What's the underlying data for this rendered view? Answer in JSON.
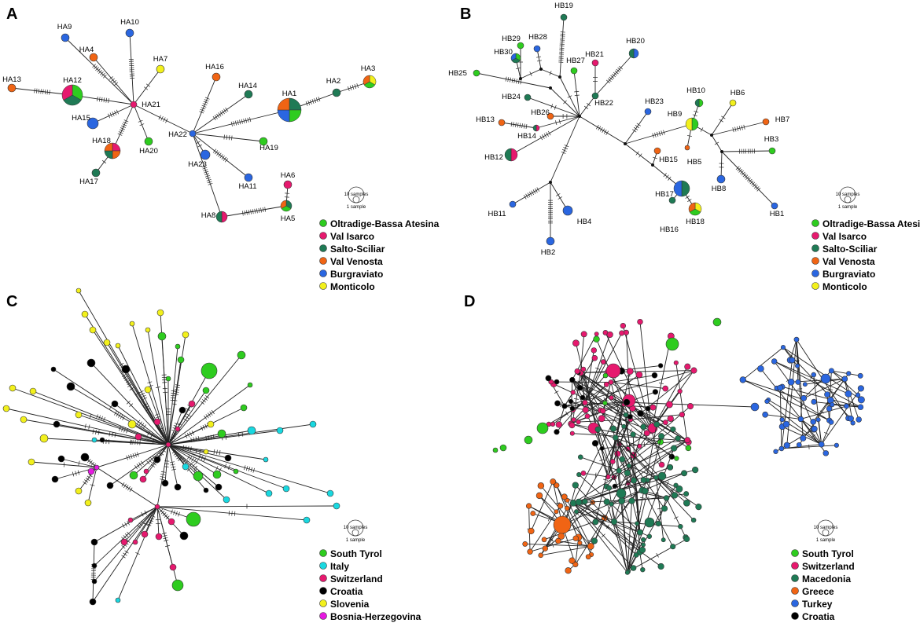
{
  "colors": {
    "green": "#2ecc1f",
    "pink": "#e6196e",
    "teal": "#1f7a55",
    "orange": "#f06414",
    "blue": "#2a66e0",
    "yellow": "#f2f01c",
    "cyan": "#19d8e0",
    "black": "#000000",
    "magenta": "#e619e0"
  },
  "panels": [
    {
      "letter": "A",
      "scale": {
        "big": "10 samples",
        "small": "1 sample"
      },
      "legend": [
        {
          "label": "Oltradige-Bassa Atesina",
          "color": "#2ecc1f"
        },
        {
          "label": "Val Isarco",
          "color": "#e6196e"
        },
        {
          "label": "Salto-Sciliar",
          "color": "#1f7a55"
        },
        {
          "label": "Val Venosta",
          "color": "#f06414"
        },
        {
          "label": "Burgraviato",
          "color": "#2a66e0"
        },
        {
          "label": "Monticolo",
          "color": "#f2f01c"
        }
      ],
      "haplotypes": [
        "HA1",
        "HA2",
        "HA3",
        "HA4",
        "HA5",
        "HA6",
        "HA7",
        "HA8",
        "HA9",
        "HA10",
        "HA11",
        "HA12",
        "HA13",
        "HA14",
        "HA15",
        "HA16",
        "HA17",
        "HA18",
        "HA19",
        "HA20",
        "HA21",
        "HA22",
        "HA23"
      ]
    },
    {
      "letter": "B",
      "scale": {
        "big": "10 samples",
        "small": "1 sample"
      },
      "legend": [
        {
          "label": "Oltradige-Bassa Atesina",
          "color": "#2ecc1f"
        },
        {
          "label": "Val Isarco",
          "color": "#e6196e"
        },
        {
          "label": "Salto-Sciliar",
          "color": "#1f7a55"
        },
        {
          "label": "Val Venosta",
          "color": "#f06414"
        },
        {
          "label": "Burgraviato",
          "color": "#2a66e0"
        },
        {
          "label": "Monticolo",
          "color": "#f2f01c"
        }
      ],
      "haplotypes": [
        "HB1",
        "HB2",
        "HB3",
        "HB4",
        "HB5",
        "HB6",
        "HB7",
        "HB8",
        "HB9",
        "HB10",
        "HB11",
        "HB12",
        "HB13",
        "HB14",
        "HB15",
        "HB16",
        "HB17",
        "HB18",
        "HB19",
        "HB20",
        "HB21",
        "HB22",
        "HB23",
        "HB24",
        "HB25",
        "HB26",
        "HB27",
        "HB28",
        "HB29",
        "HB30"
      ]
    },
    {
      "letter": "C",
      "scale": {
        "big": "10 samples",
        "small": "1 sample"
      },
      "legend": [
        {
          "label": "South Tyrol",
          "color": "#2ecc1f"
        },
        {
          "label": "Italy",
          "color": "#19d8e0"
        },
        {
          "label": "Switzerland",
          "color": "#e6196e"
        },
        {
          "label": "Croatia",
          "color": "#000000"
        },
        {
          "label": "Slovenia",
          "color": "#f2f01c"
        },
        {
          "label": "Bosnia-Herzegovina",
          "color": "#e619e0"
        }
      ]
    },
    {
      "letter": "D",
      "scale": {
        "big": "10 samples",
        "small": "1 sample"
      },
      "legend": [
        {
          "label": "South Tyrol",
          "color": "#2ecc1f"
        },
        {
          "label": "Switzerland",
          "color": "#e6196e"
        },
        {
          "label": "Macedonia",
          "color": "#1f7a55"
        },
        {
          "label": "Greece",
          "color": "#f06414"
        },
        {
          "label": "Turkey",
          "color": "#2a66e0"
        },
        {
          "label": "Croatia",
          "color": "#000000"
        }
      ]
    }
  ]
}
